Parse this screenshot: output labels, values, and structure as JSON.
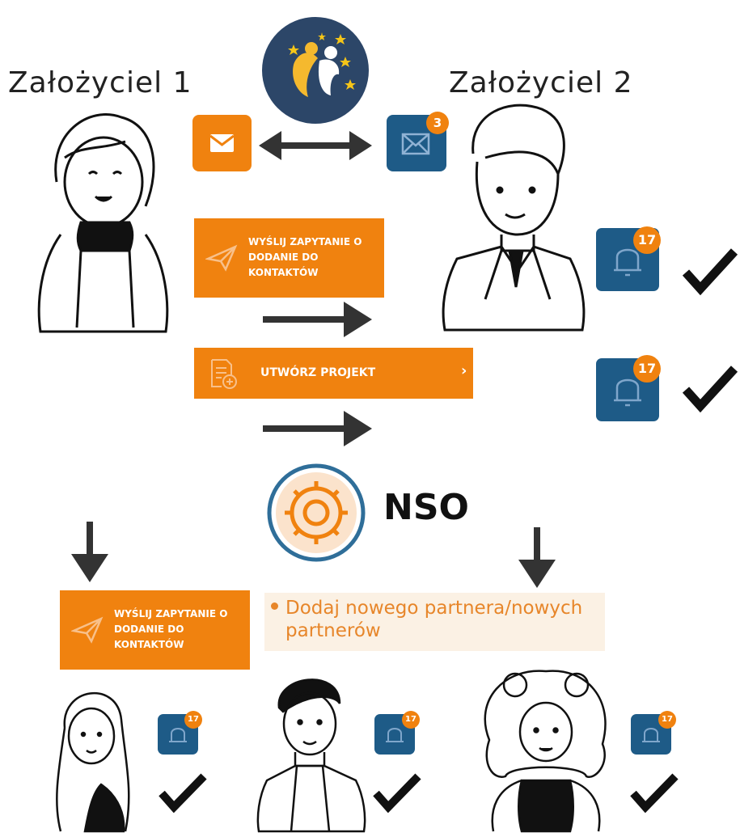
{
  "founders": {
    "founder1_label": "Założyciel 1",
    "founder2_label": "Założyciel 2"
  },
  "mail": {
    "unread_count": "3"
  },
  "actions": {
    "send_contact_request": "WYŚLIJ ZAPYTANIE O DODANIE DO KONTAKTÓW",
    "create_project": "UTWÓRZ PROJEKT",
    "add_partner": "Dodaj nowego partnera/nowych partnerów",
    "create_project_chevron": "›"
  },
  "notifications": {
    "count": "17"
  },
  "nso": {
    "label": "NSO"
  },
  "colors": {
    "orange": "#f0820f",
    "navy": "#1e5b87",
    "check": "#111111",
    "partner_bg": "#fbf1e4"
  }
}
